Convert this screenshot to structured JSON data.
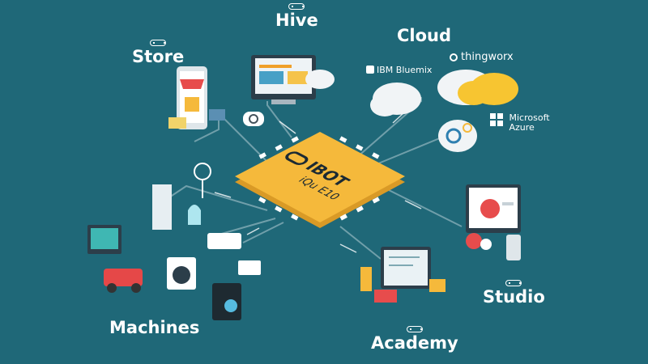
{
  "chip": {
    "brand": "IBOT",
    "model": "iQu E10"
  },
  "nodes": {
    "hive": "Hive",
    "store": "Store",
    "cloud": "Cloud",
    "machines": "Machines",
    "studio": "Studio",
    "academy": "Academy"
  },
  "cloud_providers": {
    "ibm": "IBM Bluemix",
    "thingworx": "thingworx",
    "azure_line1": "Microsoft",
    "azure_line2": "Azure"
  },
  "colors": {
    "background": "#1f6878",
    "chip": "#f5b93b",
    "chip_dark": "#d99a26",
    "line": "#7fa9b3",
    "cloud_yellow": "#f7c531",
    "cloud_white": "#f1f4f6"
  }
}
